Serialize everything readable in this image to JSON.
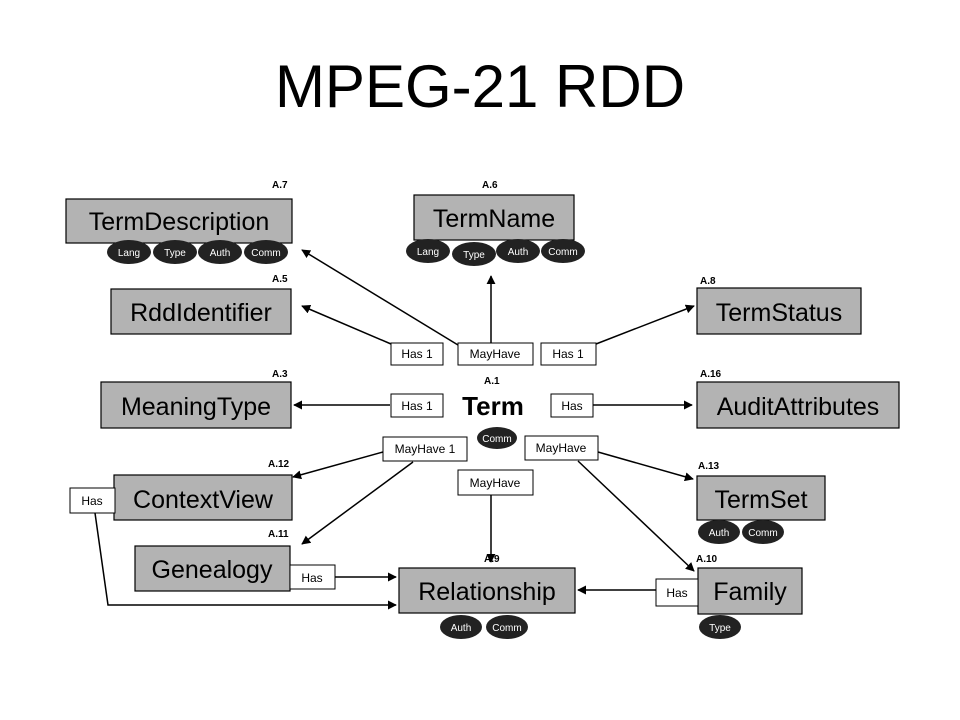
{
  "title": "MPEG-21 RDD",
  "term": {
    "label": "Term",
    "ref": "A.1",
    "badges": [
      "Comm"
    ]
  },
  "entities": {
    "term_description": {
      "label": "TermDescription",
      "ref": "A.7",
      "badges": [
        "Lang",
        "Type",
        "Auth",
        "Comm"
      ]
    },
    "term_name": {
      "label": "TermName",
      "ref": "A.6",
      "badges": [
        "Lang",
        "Type",
        "Auth",
        "Comm"
      ]
    },
    "rdd_identifier": {
      "label": "RddIdentifier",
      "ref": "A.5"
    },
    "term_status": {
      "label": "TermStatus",
      "ref": "A.8"
    },
    "meaning_type": {
      "label": "MeaningType",
      "ref": "A.3"
    },
    "audit_attributes": {
      "label": "AuditAttributes",
      "ref": "A.16"
    },
    "context_view": {
      "label": "ContextView",
      "ref": "A.12"
    },
    "term_set": {
      "label": "TermSet",
      "ref": "A.13",
      "badges": [
        "Auth",
        "Comm"
      ]
    },
    "genealogy": {
      "label": "Genealogy",
      "ref": "A.11"
    },
    "relationship": {
      "label": "Relationship",
      "ref": "A.9",
      "badges": [
        "Auth",
        "Comm"
      ]
    },
    "family": {
      "label": "Family",
      "ref": "A.10",
      "badges": [
        "Type"
      ]
    }
  },
  "relations": {
    "has1_left": "Has 1",
    "mayhave_top": "MayHave",
    "has1_right": "Has 1",
    "has1_meaning": "Has 1",
    "has_audit": "Has",
    "mayhave1_left": "MayHave 1",
    "mayhave_right": "MayHave",
    "mayhave_center": "MayHave",
    "has_context": "Has",
    "has_genealogy": "Has",
    "has_family": "Has"
  }
}
